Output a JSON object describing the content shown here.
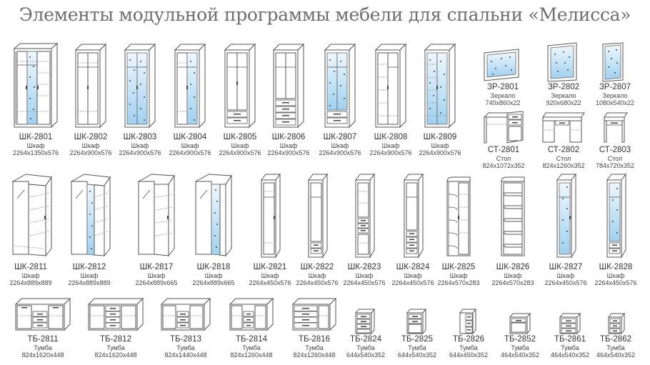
{
  "title": "Элементы модульной программы мебели для спальни «Мелисса»",
  "colors": {
    "title": "#6e6e6e",
    "glass_top": "#e8f4fc",
    "glass_bottom": "#a9d6f2",
    "line": "#555555",
    "text": "#333333"
  },
  "rows": {
    "row1": [
      {
        "code": "ШК-2801",
        "type": "Шкаф",
        "dims": "2264x1350x576"
      },
      {
        "code": "ШК-2802",
        "type": "Шкаф",
        "dims": "2264x900x576"
      },
      {
        "code": "ШК-2803",
        "type": "Шкаф",
        "dims": "2264x900x576"
      },
      {
        "code": "ШК-2804",
        "type": "Шкаф",
        "dims": "2264x900x576"
      },
      {
        "code": "ШК-2805",
        "type": "Шкаф",
        "dims": "2264x900x576"
      },
      {
        "code": "ШК-2806",
        "type": "Шкаф",
        "dims": "2264x900x576"
      },
      {
        "code": "ШК-2807",
        "type": "Шкаф",
        "dims": "2264x900x576"
      },
      {
        "code": "ШК-2808",
        "type": "Шкаф",
        "dims": "2264x900x576"
      },
      {
        "code": "ШК-2809",
        "type": "Шкаф",
        "dims": "2264x900x576"
      }
    ],
    "mirrors": [
      {
        "code": "ЗР-2801",
        "type": "Зеркало",
        "dims": "740x860x22"
      },
      {
        "code": "ЗР-2802",
        "type": "Зеркало",
        "dims": "920x680x22"
      },
      {
        "code": "ЗР-2807",
        "type": "Зеркало",
        "dims": "1080x540x22"
      }
    ],
    "tables": [
      {
        "code": "СТ-2801",
        "type": "Стол",
        "dims": "824x1072x352"
      },
      {
        "code": "СТ-2802",
        "type": "Стол",
        "dims": "824x1260x352"
      },
      {
        "code": "СТ-2803",
        "type": "Стол",
        "dims": "784x720x352"
      }
    ],
    "row2": [
      {
        "code": "ШК-2811",
        "type": "Шкаф",
        "dims": "2264x889x889"
      },
      {
        "code": "ШК-2812",
        "type": "Шкаф",
        "dims": "2264x889x889"
      },
      {
        "code": "ШК-2817",
        "type": "Шкаф",
        "dims": "2264x889x665"
      },
      {
        "code": "ШК-2818",
        "type": "Шкаф",
        "dims": "2264x889x665"
      },
      {
        "code": "ШК-2821",
        "type": "Шкаф",
        "dims": "2264x450x576"
      },
      {
        "code": "ШК-2822",
        "type": "Шкаф",
        "dims": "2264x450x576"
      },
      {
        "code": "ШК-2823",
        "type": "Шкаф",
        "dims": "2264x450x576"
      },
      {
        "code": "ШК-2824",
        "type": "Шкаф",
        "dims": "2264x450x576"
      },
      {
        "code": "ШК-2825",
        "type": "Шкаф",
        "dims": "2264x570x283"
      },
      {
        "code": "ШК-2826",
        "type": "Шкаф",
        "dims": "2264x570x283"
      },
      {
        "code": "ШК-2827",
        "type": "Шкаф",
        "dims": "2264x450x576"
      },
      {
        "code": "ШК-2828",
        "type": "Шкаф",
        "dims": "2264x450x576"
      }
    ],
    "row3": [
      {
        "code": "ТБ-2811",
        "type": "Тумба",
        "dims": "824x1620x448"
      },
      {
        "code": "ТБ-2812",
        "type": "Тумба",
        "dims": "824x1620x448"
      },
      {
        "code": "ТБ-2813",
        "type": "Тумба",
        "dims": "824x1440x448"
      },
      {
        "code": "ТБ-2814",
        "type": "Тумба",
        "dims": "824x1260x448"
      },
      {
        "code": "ТБ-2816",
        "type": "Тумба",
        "dims": "824x1260x448"
      },
      {
        "code": "ТБ-2824",
        "type": "Тумба",
        "dims": "644x540x352"
      },
      {
        "code": "ТБ-2825",
        "type": "Тумба",
        "dims": "644x540x352"
      },
      {
        "code": "ТБ-2826",
        "type": "Тумба",
        "dims": "644x450x352"
      },
      {
        "code": "ТБ-2852",
        "type": "Тумба",
        "dims": "464x540x352"
      },
      {
        "code": "ТБ-2861",
        "type": "Тумба",
        "dims": "464x540x352"
      },
      {
        "code": "ТБ-2862",
        "type": "Тумба",
        "dims": "464x540x352"
      }
    ]
  }
}
